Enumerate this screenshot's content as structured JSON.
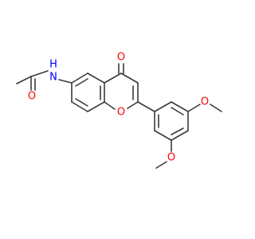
{
  "molecule": {
    "atoms": [
      {
        "label": "N",
        "color": "#0000ff"
      },
      {
        "label": "H",
        "color": "#0000ff"
      },
      {
        "label": "O",
        "color": "#ff0000"
      },
      {
        "label": "O",
        "color": "#ff0000"
      },
      {
        "label": "O",
        "color": "#ff0000"
      },
      {
        "label": "O",
        "color": "#ff0000"
      },
      {
        "label": "O",
        "color": "#ff0000"
      }
    ]
  }
}
